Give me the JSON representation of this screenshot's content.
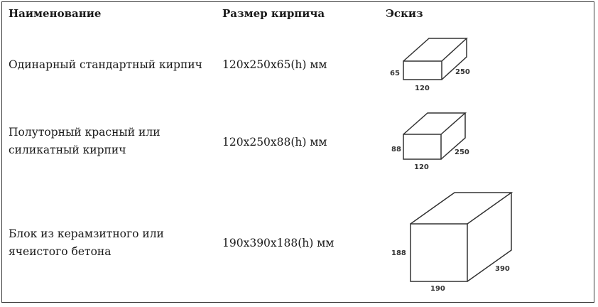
{
  "table": {
    "headers": {
      "name": "Наименование",
      "size": "Размер кирпича",
      "sketch": "Эскиз"
    },
    "rows": [
      {
        "name_lines": [
          "Одинарный стандартный кирпич"
        ],
        "size": "120x250x65(h) мм",
        "sketch": {
          "height_label": "65",
          "width_label": "120",
          "depth_label": "250"
        }
      },
      {
        "name_lines": [
          "Полуторный красный или",
          "силикатный кирпич"
        ],
        "size": "120x250x88(h) мм",
        "sketch": {
          "height_label": "88",
          "width_label": "120",
          "depth_label": "250"
        }
      },
      {
        "name_lines": [
          "Блок из керамзитного или",
          "ячеистого бетона"
        ],
        "size": "190x390x188(h) мм",
        "sketch": {
          "height_label": "188",
          "width_label": "190",
          "depth_label": "390"
        }
      }
    ]
  }
}
